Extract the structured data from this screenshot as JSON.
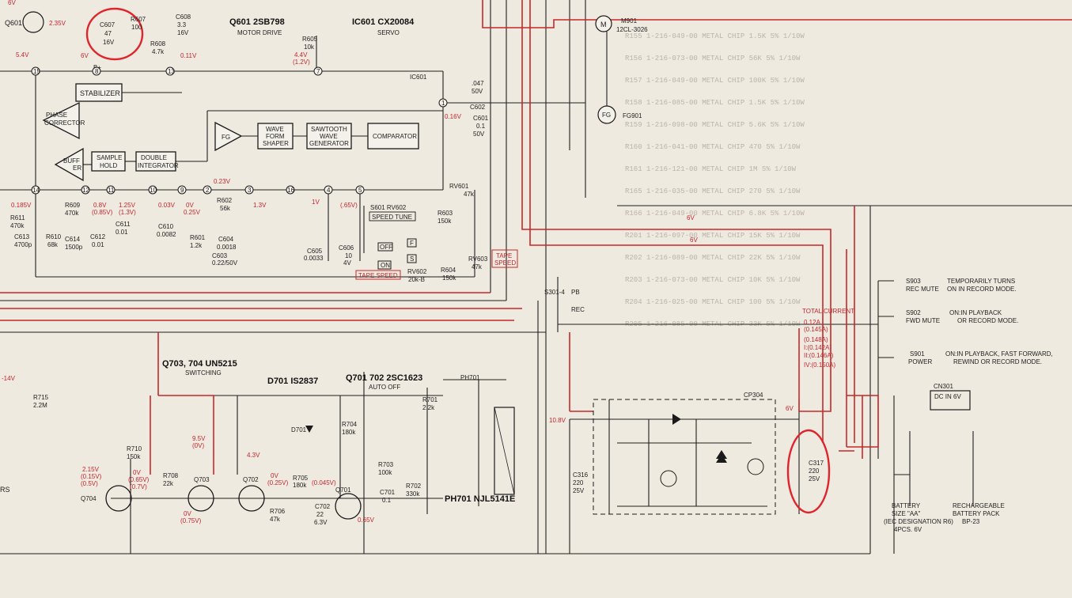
{
  "colors": {
    "paper": "#efeae0",
    "ink": "#1a1a1a",
    "red": "#c62828",
    "ghost": "#b9b3a8"
  },
  "ic601": {
    "title": "IC601  CX20084",
    "subtitle": "SERVO",
    "tag": "IC601",
    "blocks": {
      "stabilizer": "STABILIZER",
      "phase1": "PHASE",
      "phase2": "CORRECTOR",
      "buffer1": "BUFF",
      "buffer2": "ER",
      "sample1": "SAMPLE",
      "sample2": "HOLD",
      "double1": "DOUBLE",
      "double2": "INTEGRATOR",
      "fg": "FG",
      "wave1": "WAVE",
      "wave2": "FORM",
      "wave3": "SHAPER",
      "saw1": "SAWTOOTH",
      "saw2": "WAVE",
      "saw3": "GENERATOR",
      "comparator": "COMPARATOR"
    },
    "pins": {
      "p15": "15",
      "p8": "8",
      "p13": "13",
      "p7": "7",
      "p1": "1",
      "p14": "14",
      "p12": "12",
      "p11": "11",
      "p10": "10",
      "p9": "9",
      "p2": "2",
      "p3": "3",
      "p16": "16",
      "p4": "4",
      "p5": "5"
    },
    "b_plus": "B+"
  },
  "q601": {
    "title": "Q601  2SB798",
    "subtitle": "MOTOR DRIVE"
  },
  "motor": {
    "m_symbol": "M",
    "m_ref": "M901",
    "m_part": "12CL-3026",
    "fg_symbol": "FG",
    "fg_ref": "FG901"
  },
  "components_top": {
    "q601": "Q601",
    "c607_ref": "C607",
    "c607_val1": "47",
    "c607_val2": "16V",
    "r607": "R607",
    "r607_val": "100",
    "c608": "C608",
    "c608_val1": "3.3",
    "c608_val2": "16V",
    "r608": "R608",
    "r608_val": "4.7k",
    "r605": "R605",
    "r605_val": "10k",
    "c602": "C602",
    "c602_val1": ".047",
    "c602_val2": "50V",
    "c601": "C601",
    "c601_val1": "0.1",
    "c601_val2": "50V"
  },
  "voltages": {
    "v_top": "6V",
    "v235": "2.35V",
    "v54": "5.4V",
    "v6": "6V",
    "v011": "0.11V",
    "v44": "4.4V",
    "v12": "(1.2V)",
    "v016": "0.16V",
    "v0185": "0.185V",
    "v08": "0.8V",
    "v085": "(0.85V)",
    "v125": "1.25V",
    "v13b": "(1.3V)",
    "v003": "0.03V",
    "v0": "0V",
    "v025": "0.25V",
    "v023": "0.23V",
    "v13": "1.3V",
    "v1": "1V",
    "v65": "(.65V)",
    "v6a": "6V",
    "v6b": "6V",
    "v6c": "6V",
    "v108": "10.8V"
  },
  "components_mid": {
    "r611": "R611",
    "r611_val": "470k",
    "c613": "C613",
    "c613_val": "4700p",
    "r610": "R610",
    "r610_val": "68k",
    "r609": "R609",
    "r609_val": "470k",
    "c614": "C614",
    "c614_val": "1500p",
    "c612": "C612",
    "c612_val": "0.01",
    "c611": "C611",
    "c611_val": "0.01",
    "c610": "C610",
    "c610_val": "0.0082",
    "r602": "R602",
    "r602_val": "56k",
    "r601": "R601",
    "r601_val": "1.2k",
    "c604": "C604",
    "c604_val": "0.0018",
    "c603": "C603",
    "c603_val": "0.22/50V",
    "c605": "C605",
    "c605_val": "0.0033",
    "c606": "C606",
    "c606_val1": "10",
    "c606_val2": "4V",
    "s601": "S601  RV602",
    "speed_tune": "SPEED TUNE",
    "rv601": "RV601",
    "rv601_val": "47k",
    "r603": "R603",
    "r603_val": "150k",
    "r604": "R604",
    "r604_val": "150k",
    "rv602": "RV602",
    "rv602_val": "20k-B",
    "rv603": "RV603",
    "rv603_val": "47k",
    "off": "OFF",
    "on": "ON",
    "tape_speed_a": "TAPE SPEED",
    "tape_speed_b1": "TAPE",
    "tape_speed_b2": "SPEED",
    "f_box": "F",
    "s_box": "S"
  },
  "switches": {
    "s301": "S301-4",
    "pb": "PB",
    "rec": "REC",
    "s903": "S903",
    "s903_name": "REC MUTE",
    "s903_desc1": "TEMPORARILY TURNS",
    "s903_desc2": "ON IN RECORD MODE.",
    "s902": "S902",
    "s902_name": "FWD MUTE",
    "s902_desc1": "ON:IN PLAYBACK",
    "s902_desc2": "OR RECORD MODE.",
    "s901": "S901",
    "s901_name": "POWER",
    "s901_desc1": "ON:IN PLAYBACK, FAST FORWARD,",
    "s901_desc2": "REWIND OR RECORD MODE."
  },
  "current": {
    "title": "TOTAL CURRENT",
    "l1": "0.12A",
    "l2": "(0.145A)",
    "l3": "(0.148A)",
    "l4": "I:(0.142A)",
    "l5": "II:(0.146A)",
    "l6": "IV:(0.150A)"
  },
  "q703": {
    "title": "Q703, 704  UN5215",
    "subtitle": "SWITCHING"
  },
  "d701": {
    "title": "D701  IS2837"
  },
  "q701": {
    "title": "Q701  702  2SC1623",
    "subtitle": "AUTO OFF"
  },
  "ph701": {
    "ref": "PH701",
    "title": "PH701  NJL5141E"
  },
  "components_bottom": {
    "r715": "R715",
    "r715_val": "2.2M",
    "v14": "-14V",
    "r710": "R710",
    "r710_val": "150k",
    "r708": "R708",
    "r708_val": "22k",
    "q704": "Q704",
    "q703": "Q703",
    "q702": "Q702",
    "q701": "Q701",
    "v215": "2.15V",
    "v015": "(0.15V)",
    "v05": "(0.5V)",
    "v0b": "0V",
    "v065": "(0.65V)",
    "v07": "(0.7V)",
    "v95": "9.5V",
    "v0v": "(0V)",
    "v43": "4.3V",
    "v0c": "0V",
    "v075": "(0.75V)",
    "v0d": "0V",
    "v025b": "(0.25V)",
    "v0045": "(0.045V)",
    "v065b": "0.65V",
    "d701": "D701",
    "r704": "R704",
    "r704_val": "180k",
    "r705": "R705",
    "r705_val": "180k",
    "r706": "R706",
    "r706_val": "47k",
    "c702": "C702",
    "c702_val1": "22",
    "c702_val2": "6.3V",
    "r703": "R703",
    "r703_val": "100k",
    "r701": "R701",
    "r701_val": "2.2k",
    "c701": "C701",
    "c701_val": "0.1",
    "r702": "R702",
    "r702_val": "330k",
    "c316": "C316",
    "c316_val1": "220",
    "c316_val2": "25V",
    "c317": "C317",
    "c317_val1": "220",
    "c317_val2": "25V",
    "cp304": "CP304",
    "rs": "RS"
  },
  "power": {
    "cn301": "CN301",
    "dc_in": "DC IN 6V",
    "battery1": "BATTERY",
    "battery2": "SIZE \"AA\"",
    "battery3": "(IEC DESIGNATION R6)",
    "battery4": "4PCS. 6V",
    "pack1": "RECHARGEABLE",
    "pack2": "BATTERY PACK",
    "pack3": "BP-23"
  },
  "parts_list_ghost": [
    "R155  1-216-049-00 METAL CHIP   1.5K  5%  1/10W",
    "R156  1-216-073-00 METAL CHIP   56K   5%  1/10W",
    "R157  1-216-049-00 METAL CHIP   100K  5%  1/10W",
    "R158  1-216-085-00 METAL CHIP   1.5K  5%  1/10W",
    "R159  1-216-098-00 METAL CHIP   5.6K  5%  1/10W",
    "R160  1-216-041-00 METAL CHIP   470   5%  1/10W",
    "R161  1-216-121-00 METAL CHIP   1M    5%  1/10W",
    "R165  1-216-035-00 METAL CHIP   270   5%  1/10W",
    "R166  1-216-049-00 METAL CHIP   6.8K  5%  1/10W",
    "R201  1-216-097-00 METAL CHIP   15K   5%  1/10W",
    "R202  1-216-089-00 METAL CHIP   22K   5%  1/10W",
    "R203  1-216-073-00 METAL CHIP   10K   5%  1/10W",
    "R204  1-216-025-00 METAL CHIP   100   5%  1/10W",
    "R205  1-216-085-00 METAL CHIP   33K   5%  1/10W"
  ]
}
